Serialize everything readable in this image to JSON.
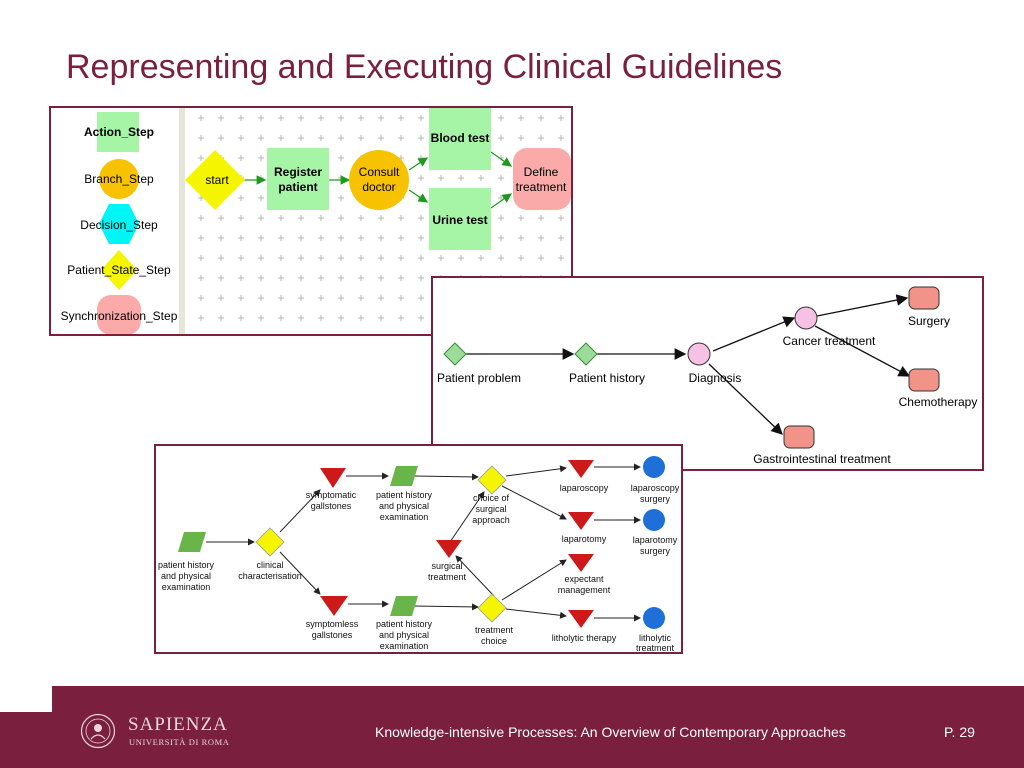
{
  "title": "Representing and Executing Clinical Guidelines",
  "panel1": {
    "palette": [
      "Action_Step",
      "Branch_Step",
      "Decision_Step",
      "Patient_State_Step",
      "Synchronization_Step"
    ],
    "nodes": {
      "start": "start",
      "register_1": "Register",
      "register_2": "patient",
      "consult_1": "Consult",
      "consult_2": "doctor",
      "blood": "Blood test",
      "urine": "Urine test",
      "define_1": "Define",
      "define_2": "treatment"
    }
  },
  "panel2": {
    "nodes": {
      "problem": "Patient problem",
      "history": "Patient history",
      "diagnosis": "Diagnosis",
      "cancer": "Cancer treatment",
      "surgery": "Surgery",
      "chemo": "Chemotherapy",
      "gastro": "Gastrointestinal treatment"
    }
  },
  "panel3": {
    "labels": {
      "ph_1": "patient history",
      "ph_2": "and physical",
      "ph_3": "examination",
      "cc_1": "clinical",
      "cc_2": "characterisation",
      "sg_1": "symptomatic",
      "sg_2": "gallstones",
      "sl_1": "symptomless",
      "sl_2": "gallstones",
      "ph2_1": "patient history",
      "ph2_2": "and physical",
      "ph2_3": "examination",
      "ph3_1": "patient history",
      "ph3_2": "and physical",
      "ph3_3": "examination",
      "csa_1": "choice of",
      "csa_2": "surgical",
      "csa_3": "approach",
      "st_1": "surgical",
      "st_2": "treatment",
      "tc_1": "treatment",
      "tc_2": "choice",
      "lap": "laparoscopy",
      "lapt": "laparotomy",
      "exp_1": "expectant",
      "exp_2": "management",
      "lith": "litholytic therapy",
      "ls_1": "laparoscopy",
      "ls_2": "surgery",
      "lts_1": "laparotomy",
      "lts_2": "surgery",
      "lt_1": "litholytic",
      "lt_2": "treatment"
    }
  },
  "footer": {
    "logo_name": "SAPIENZA",
    "logo_sub": "UNIVERSITÀ DI ROMA",
    "text": "Knowledge-intensive Processes: An Overview of Contemporary Approaches",
    "page": "P. 29"
  },
  "colors": {
    "brand": "#7a1f3d",
    "action": "#a6f5a6",
    "branch": "#f7c200",
    "decision": "#00f5f5",
    "state": "#f5f500",
    "sync": "#fbaaaa",
    "red_triangle": "#cc1a1a",
    "blue_circle": "#1e6fd8",
    "green_param": "#6ab54a"
  }
}
